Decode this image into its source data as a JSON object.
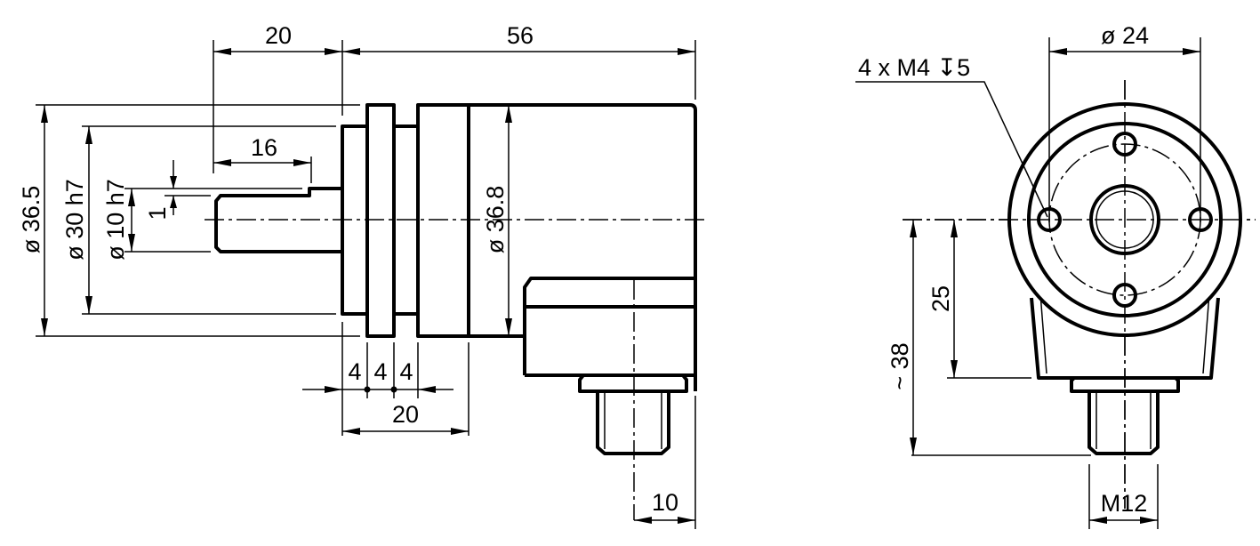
{
  "side_view": {
    "dims": {
      "shaft_length": "20",
      "body_length": "56",
      "dia_outer": "ø 36.5",
      "dia_spigot": "ø 30 h7",
      "dia_shaft": "ø 10 h7",
      "flat_depth": "1",
      "flat_length": "16",
      "dia_body": "ø 36.8",
      "flange_a": "4",
      "flange_b": "4",
      "flange_c": "4",
      "flange_total": "20",
      "connector_offset": "10"
    }
  },
  "front_view": {
    "dims": {
      "bolt_circle": "ø 24",
      "thread_holes": "4 x M4 ↧5",
      "connector_height": "25",
      "overall_height": "~ 38",
      "connector_thread": "M12"
    }
  },
  "colors": {
    "line": "#000000",
    "background": "#ffffff"
  }
}
